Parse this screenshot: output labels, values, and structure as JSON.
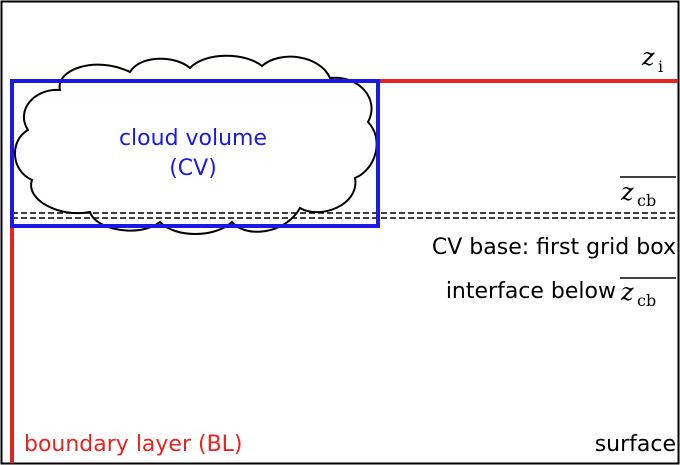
{
  "labels": {
    "zi_main": "z",
    "zi_sub": "i",
    "zcb_main": "z",
    "zcb_sub": "cb",
    "cloud_line1": "cloud volume",
    "cloud_line2": "(CV)",
    "cv_base_line1": "CV base: first grid box",
    "cv_base_line2": "interface below",
    "cv_base_z": "z",
    "cv_base_zsub": "cb",
    "boundary_layer": "boundary layer (BL)",
    "surface": "surface"
  },
  "colors": {
    "boundary_layer": "#e8231f",
    "cloud_volume": "#1a1ae6",
    "outline": "#000000"
  }
}
